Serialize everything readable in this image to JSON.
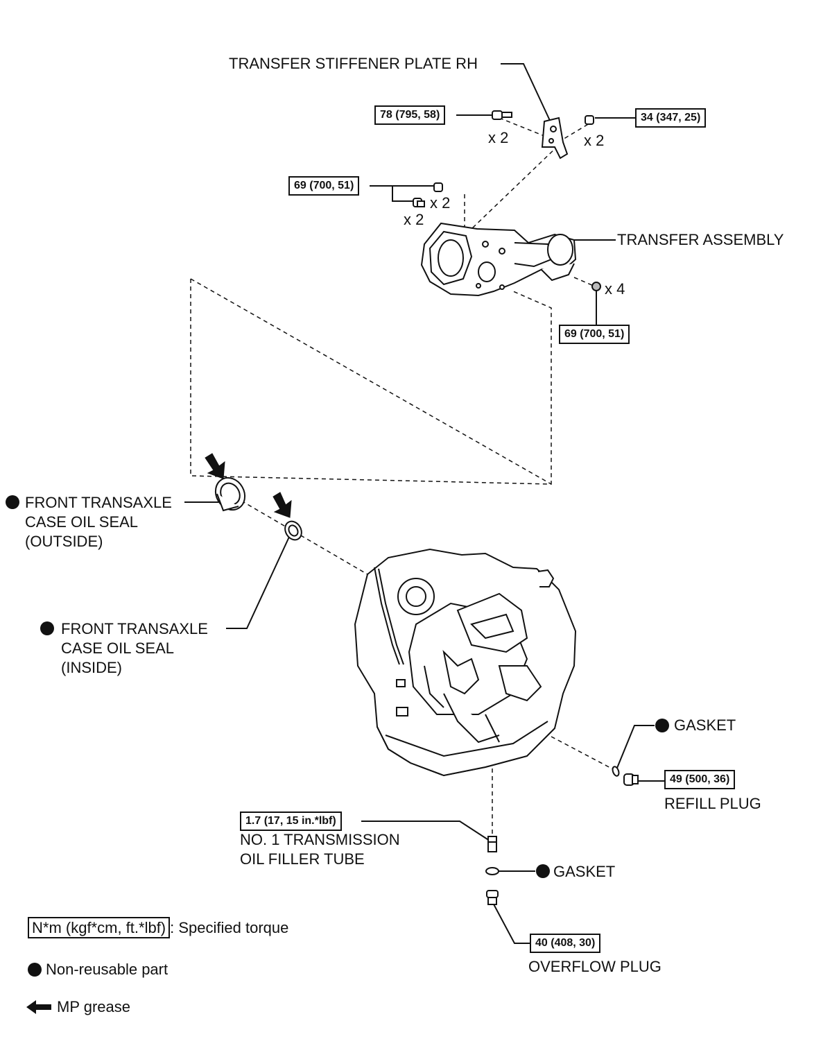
{
  "labels": {
    "stiffener": "TRANSFER STIFFENER PLATE RH",
    "transfer": "TRANSFER ASSEMBLY",
    "seal_outside": [
      "FRONT TRANSAXLE",
      "CASE OIL SEAL",
      "(OUTSIDE)"
    ],
    "seal_inside": [
      "FRONT TRANSAXLE",
      "CASE OIL SEAL",
      "(INSIDE)"
    ],
    "gasket_refill": "GASKET",
    "refill_plug": "REFILL PLUG",
    "filler_tube": [
      "NO. 1 TRANSMISSION",
      "OIL FILLER TUBE"
    ],
    "gasket_overflow": "GASKET",
    "overflow_plug": "OVERFLOW PLUG"
  },
  "torques": {
    "t78": "78 (795, 58)",
    "t34": "34 (347, 25)",
    "t69a": "69 (700, 51)",
    "t69b": "69 (700, 51)",
    "t49": "49 (500, 36)",
    "t17": "1.7 (17, 15 in.*lbf)",
    "t40": "40 (408, 30)"
  },
  "multipliers": {
    "m1": "x 2",
    "m2": "x 2",
    "m3": "x 2",
    "m4": "x 2",
    "m5": "x 4"
  },
  "legend": {
    "torque_unit": "N*m (kgf*cm, ft.*lbf)",
    "torque_text": ": Specified torque",
    "nonreusable": "Non-reusable part",
    "grease": "MP grease"
  },
  "icons": [
    "non-reusable-dot-icon",
    "grease-arrow-icon",
    "bolt-icon",
    "oil-seal-icon",
    "plug-icon"
  ]
}
